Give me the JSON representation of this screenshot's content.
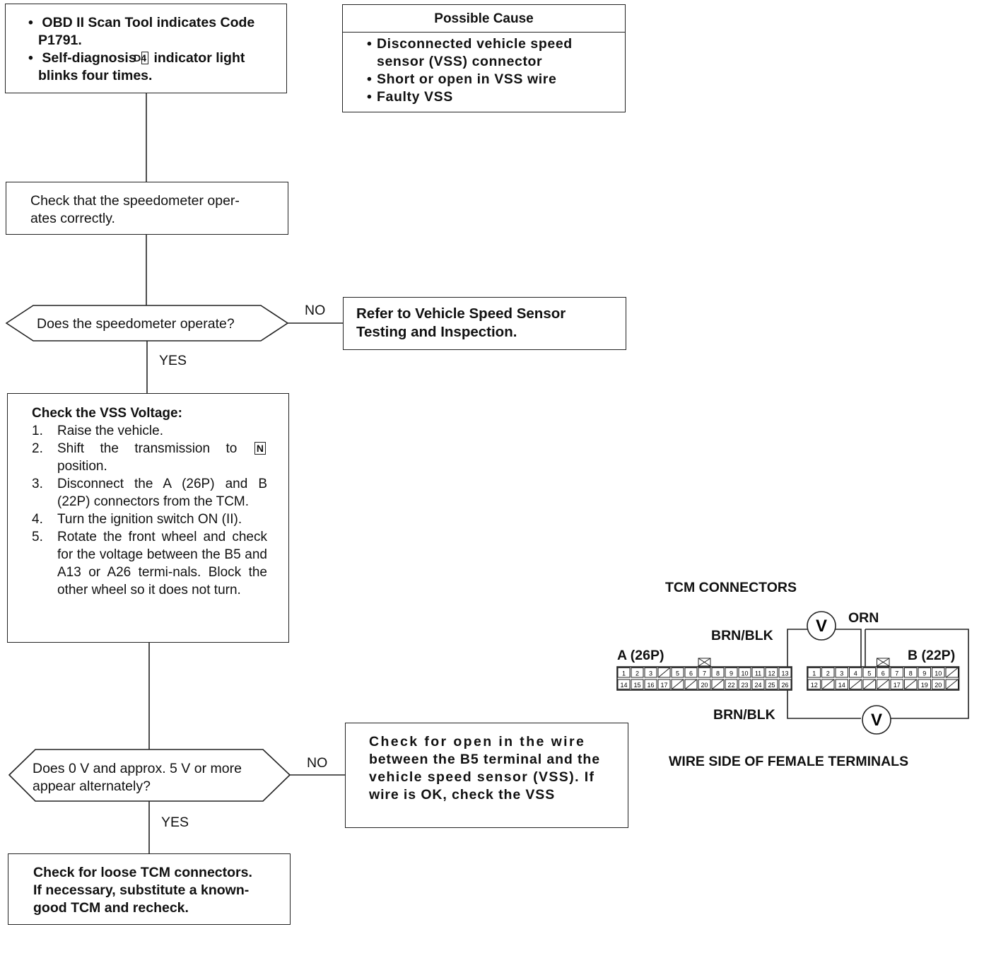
{
  "start_box": {
    "bullet1_line1": "OBD II Scan Tool indicates Code",
    "bullet1_line2": "P1791.",
    "bullet2_pre": "Self-diagnosis",
    "bullet2_key": "D4",
    "bullet2_post": "indicator light",
    "bullet2_line2": "blinks four times."
  },
  "possible_cause": {
    "header": "Possible Cause",
    "items": [
      "Disconnected vehicle speed sensor (VSS) connector",
      "Short or open in VSS wire",
      "Faulty VSS"
    ]
  },
  "step_check_speedo": {
    "line1": "Check that the speedometer oper-",
    "line2": "ates correctly."
  },
  "decision1": {
    "text": "Does the speedometer operate?",
    "no_label": "NO",
    "yes_label": "YES"
  },
  "refer_box": {
    "line1": "Refer to Vehicle Speed Sensor",
    "line2": "Testing and Inspection."
  },
  "vss_box": {
    "title": "Check the VSS Voltage:",
    "steps": [
      {
        "n": "1.",
        "t": "Raise the vehicle."
      },
      {
        "n": "2.",
        "t_pre": "Shift the transmission to",
        "key": "N",
        "t_post": "position."
      },
      {
        "n": "3.",
        "t": "Disconnect the A (26P) and B (22P) connectors from the TCM."
      },
      {
        "n": "4.",
        "t": "Turn the ignition switch ON (II)."
      },
      {
        "n": "5.",
        "t": "Rotate the front wheel and check for the voltage between the B5 and A13 or A26 termi-nals. Block the other wheel so it does not turn."
      }
    ]
  },
  "decision2": {
    "line1": "Does 0 V and approx. 5 V or more",
    "line2": "appear alternately?",
    "no_label": "NO",
    "yes_label": "YES"
  },
  "open_box": {
    "line1": "Check for open in the wire",
    "line2": "between the B5 terminal and the",
    "line3": "vehicle speed sensor (VSS). If",
    "line4": "wire is OK, check the VSS"
  },
  "final_box": {
    "line1": "Check for loose TCM connectors.",
    "line2": "If necessary, substitute a known-",
    "line3": "good TCM and recheck."
  },
  "connector_diagram": {
    "title": "TCM CONNECTORS",
    "connector_a_label": "A (26P)",
    "connector_b_label": "B (22P)",
    "wire_top_left": "BRN/BLK",
    "wire_top_right": "ORN",
    "wire_bottom_left": "BRN/BLK",
    "meter_symbol": "V",
    "footer": "WIRE SIDE OF FEMALE TERMINALS",
    "a_row1": [
      "1",
      "2",
      "3",
      "",
      "5",
      "6",
      "7",
      "8",
      "9",
      "10",
      "11",
      "12",
      "13"
    ],
    "a_row2": [
      "14",
      "15",
      "16",
      "17",
      "",
      "",
      "20",
      "",
      "22",
      "23",
      "24",
      "25",
      "26"
    ],
    "b_row1": [
      "1",
      "2",
      "3",
      "4",
      "5",
      "6",
      "7",
      "8",
      "9",
      "10",
      ""
    ],
    "b_row2": [
      "12",
      "",
      "14",
      "",
      "",
      "",
      "17",
      "",
      "19",
      "20",
      ""
    ]
  }
}
